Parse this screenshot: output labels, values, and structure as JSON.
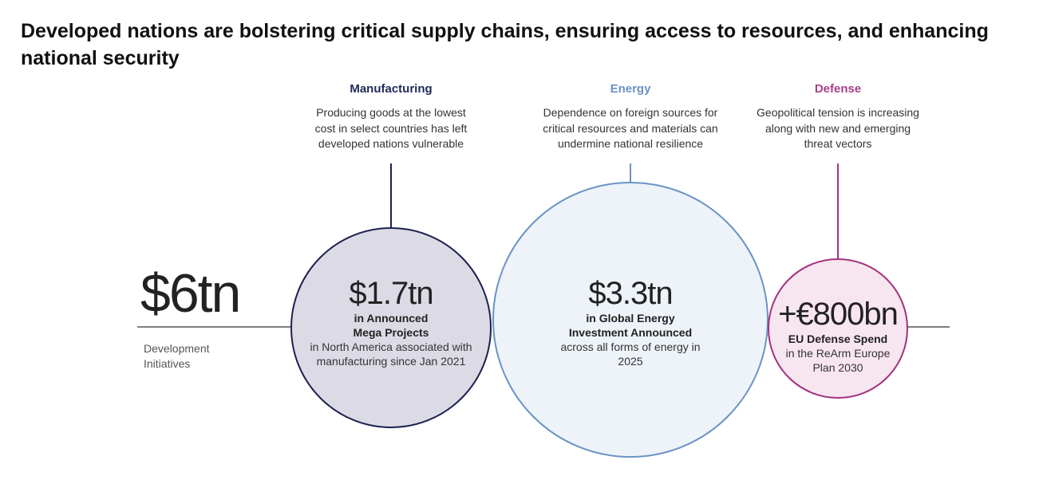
{
  "title": "Developed nations are bolstering critical supply chains, ensuring access to resources, and enhancing national security",
  "total": {
    "value": "$6tn",
    "label_line1": "Development",
    "label_line2": "Initiatives"
  },
  "columns": [
    {
      "heading": "Manufacturing",
      "description": "Producing goods at the lowest cost in select countries has left developed nations vulnerable",
      "value": "$1.7tn",
      "bold1": "in Announced",
      "bold2": "Mega Projects",
      "detail": "in North America associated with manufacturing since Jan 2021",
      "color": "#1f2a5a"
    },
    {
      "heading": "Energy",
      "description": "Dependence on foreign sources for critical resources and materials can undermine national resilience",
      "value": "$3.3tn",
      "bold1": "in Global Energy",
      "bold2": "Investment Announced",
      "detail": "across all forms of energy in 2025",
      "color": "#6a93c4"
    },
    {
      "heading": "Defense",
      "description": "Geopolitical tension is increasing along with new and emerging threat vectors",
      "value": "+€800bn",
      "bold1": "EU Defense Spend",
      "detail": "in the ReArm Europe Plan 2030",
      "color": "#a8418a"
    }
  ]
}
